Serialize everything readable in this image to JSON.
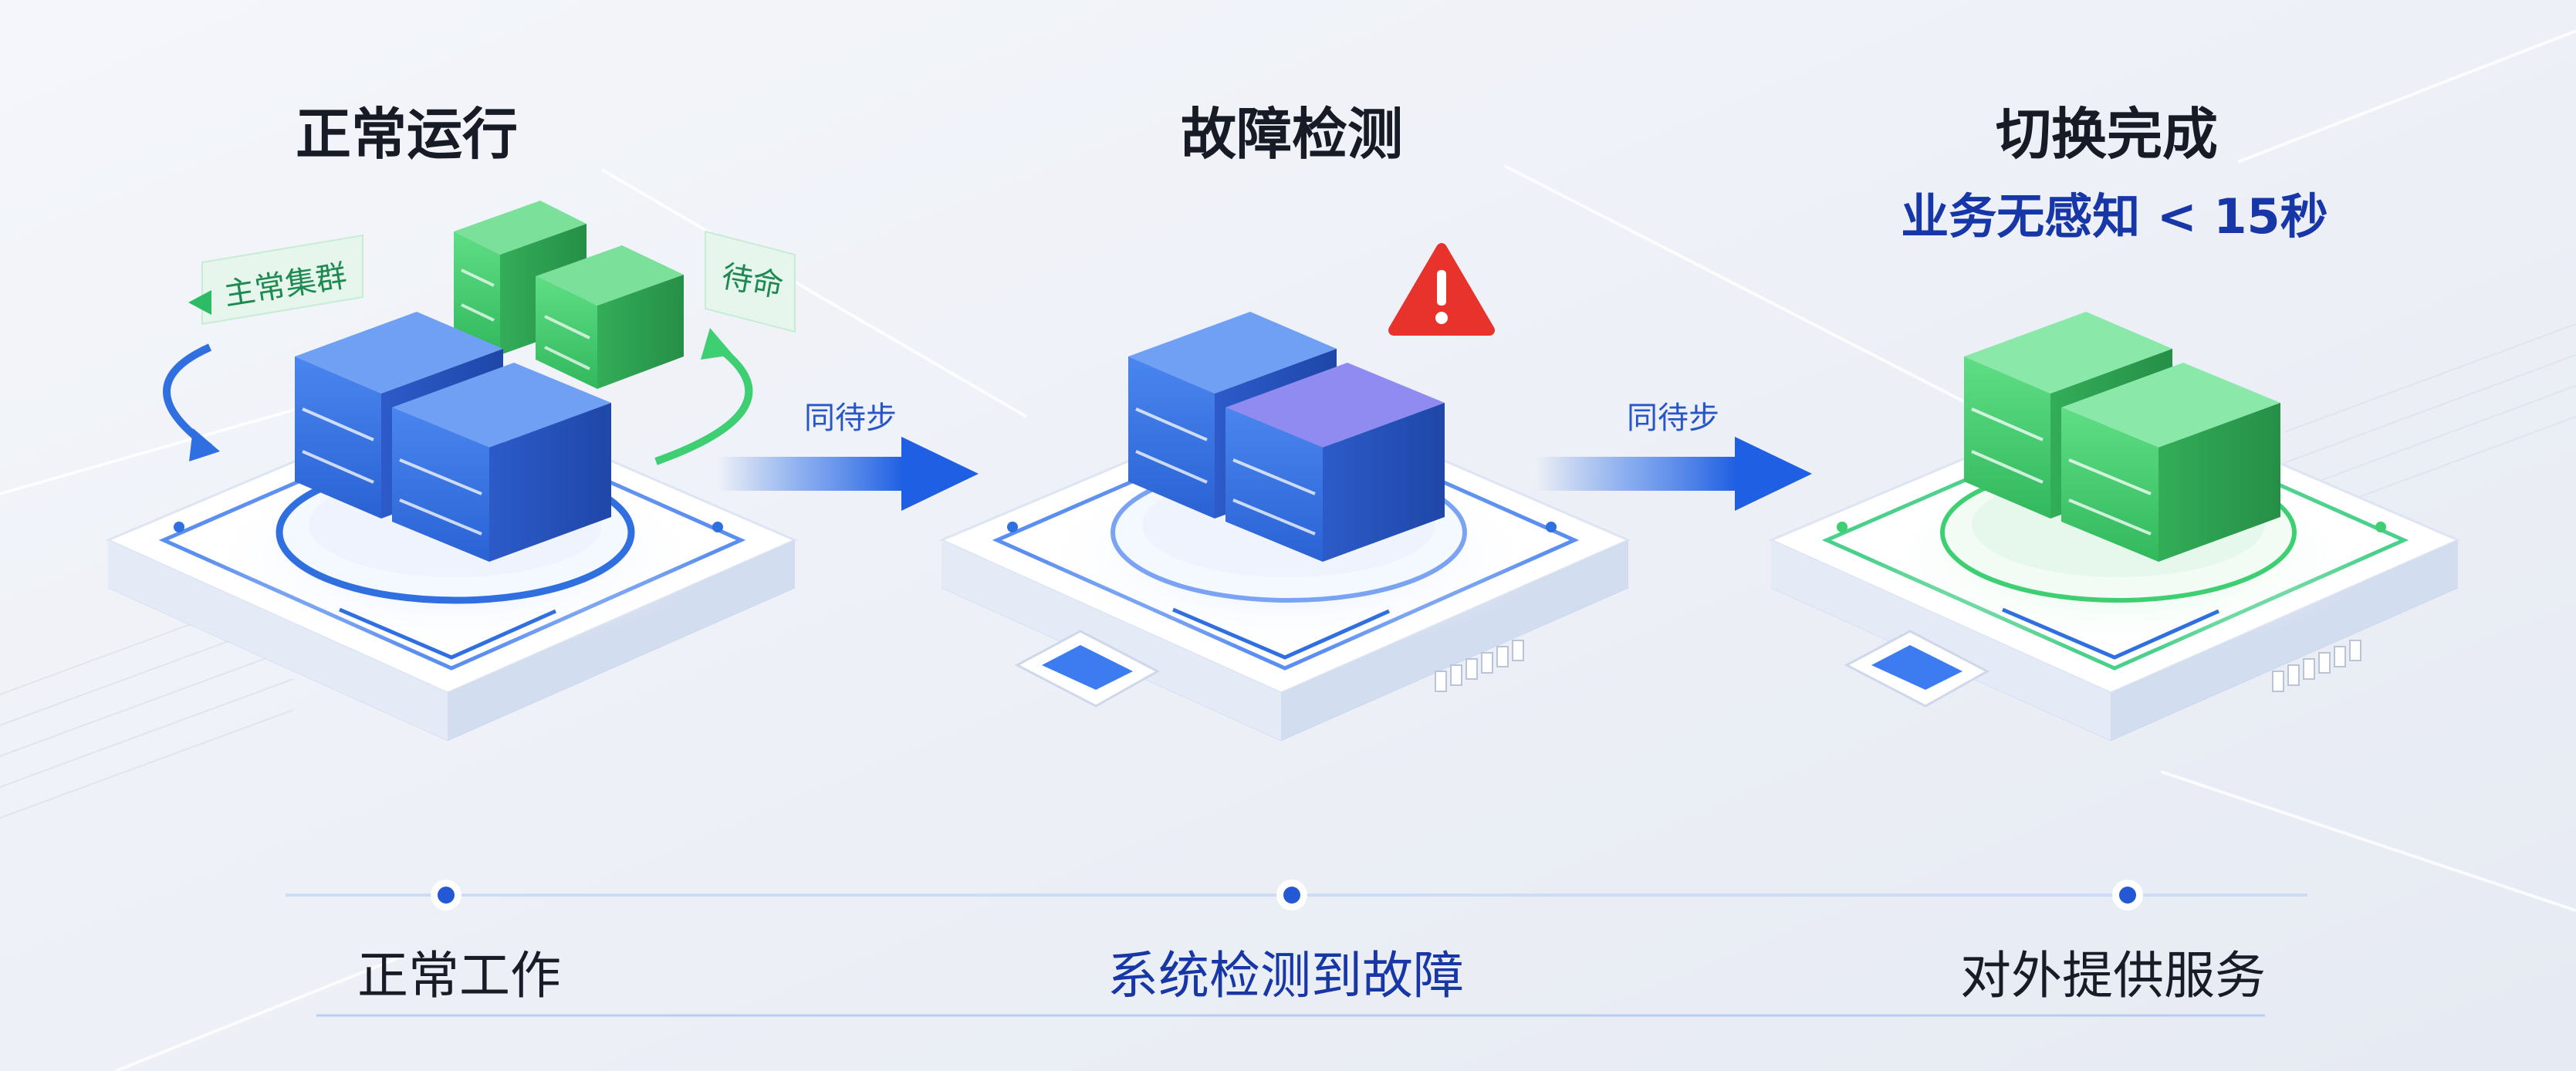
{
  "stages": [
    {
      "title": "正常运行",
      "caption": "正常工作"
    },
    {
      "title": "故障检测",
      "caption": "系统检测到故障"
    },
    {
      "title": "切换完成",
      "subtitle": "业务无感知 < 15秒",
      "caption": "对外提供服务"
    }
  ],
  "transitions": [
    {
      "label": "同待步"
    },
    {
      "label": "同待步"
    }
  ],
  "tags": {
    "primary": "主常集群",
    "standby": "待命"
  },
  "icons": {
    "alert": "warning-triangle-icon"
  },
  "colors": {
    "blue": "#2f6fe0",
    "green": "#3fcf73",
    "alert": "#e8332c",
    "accent_text": "#1736a8"
  }
}
